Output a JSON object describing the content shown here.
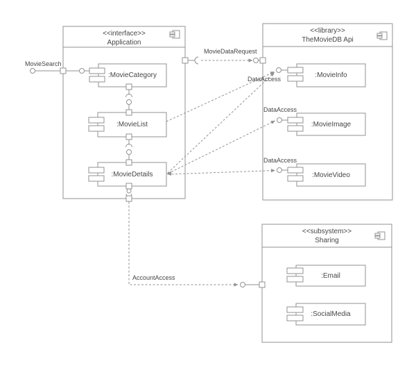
{
  "colors": {
    "line": "#929292",
    "text": "#464646",
    "background": "#ffffff"
  },
  "packages": {
    "application": {
      "stereotype": "<<interface>>",
      "name": "Application"
    },
    "themoviedb": {
      "stereotype": "<<library>>",
      "name": "TheMovieDB Api"
    },
    "sharing": {
      "stereotype": "<<subsystem>>",
      "name": "Sharing"
    }
  },
  "components": {
    "movie_category": {
      "name": ":MovieCategory"
    },
    "movie_list": {
      "name": ":MovieList"
    },
    "movie_details": {
      "name": ":MovieDetails"
    },
    "movie_info": {
      "name": ":MovieInfo"
    },
    "movie_image": {
      "name": ":MovieImage"
    },
    "movie_video": {
      "name": ":MovieVideo"
    },
    "email": {
      "name": ":Email"
    },
    "social_media": {
      "name": ":SocialMedia"
    }
  },
  "connectors": {
    "movie_search": {
      "label": "MovieSearch"
    },
    "movie_data_request": {
      "label": "MovieDataRequest"
    },
    "data_access_info": {
      "label": "DataAccess"
    },
    "data_access_image": {
      "label": "DataAccess"
    },
    "data_access_video": {
      "label": "DataAccess"
    },
    "account_access": {
      "label": "AccountAccess"
    }
  },
  "icons": {
    "package_corner": "uml-component-icon"
  }
}
